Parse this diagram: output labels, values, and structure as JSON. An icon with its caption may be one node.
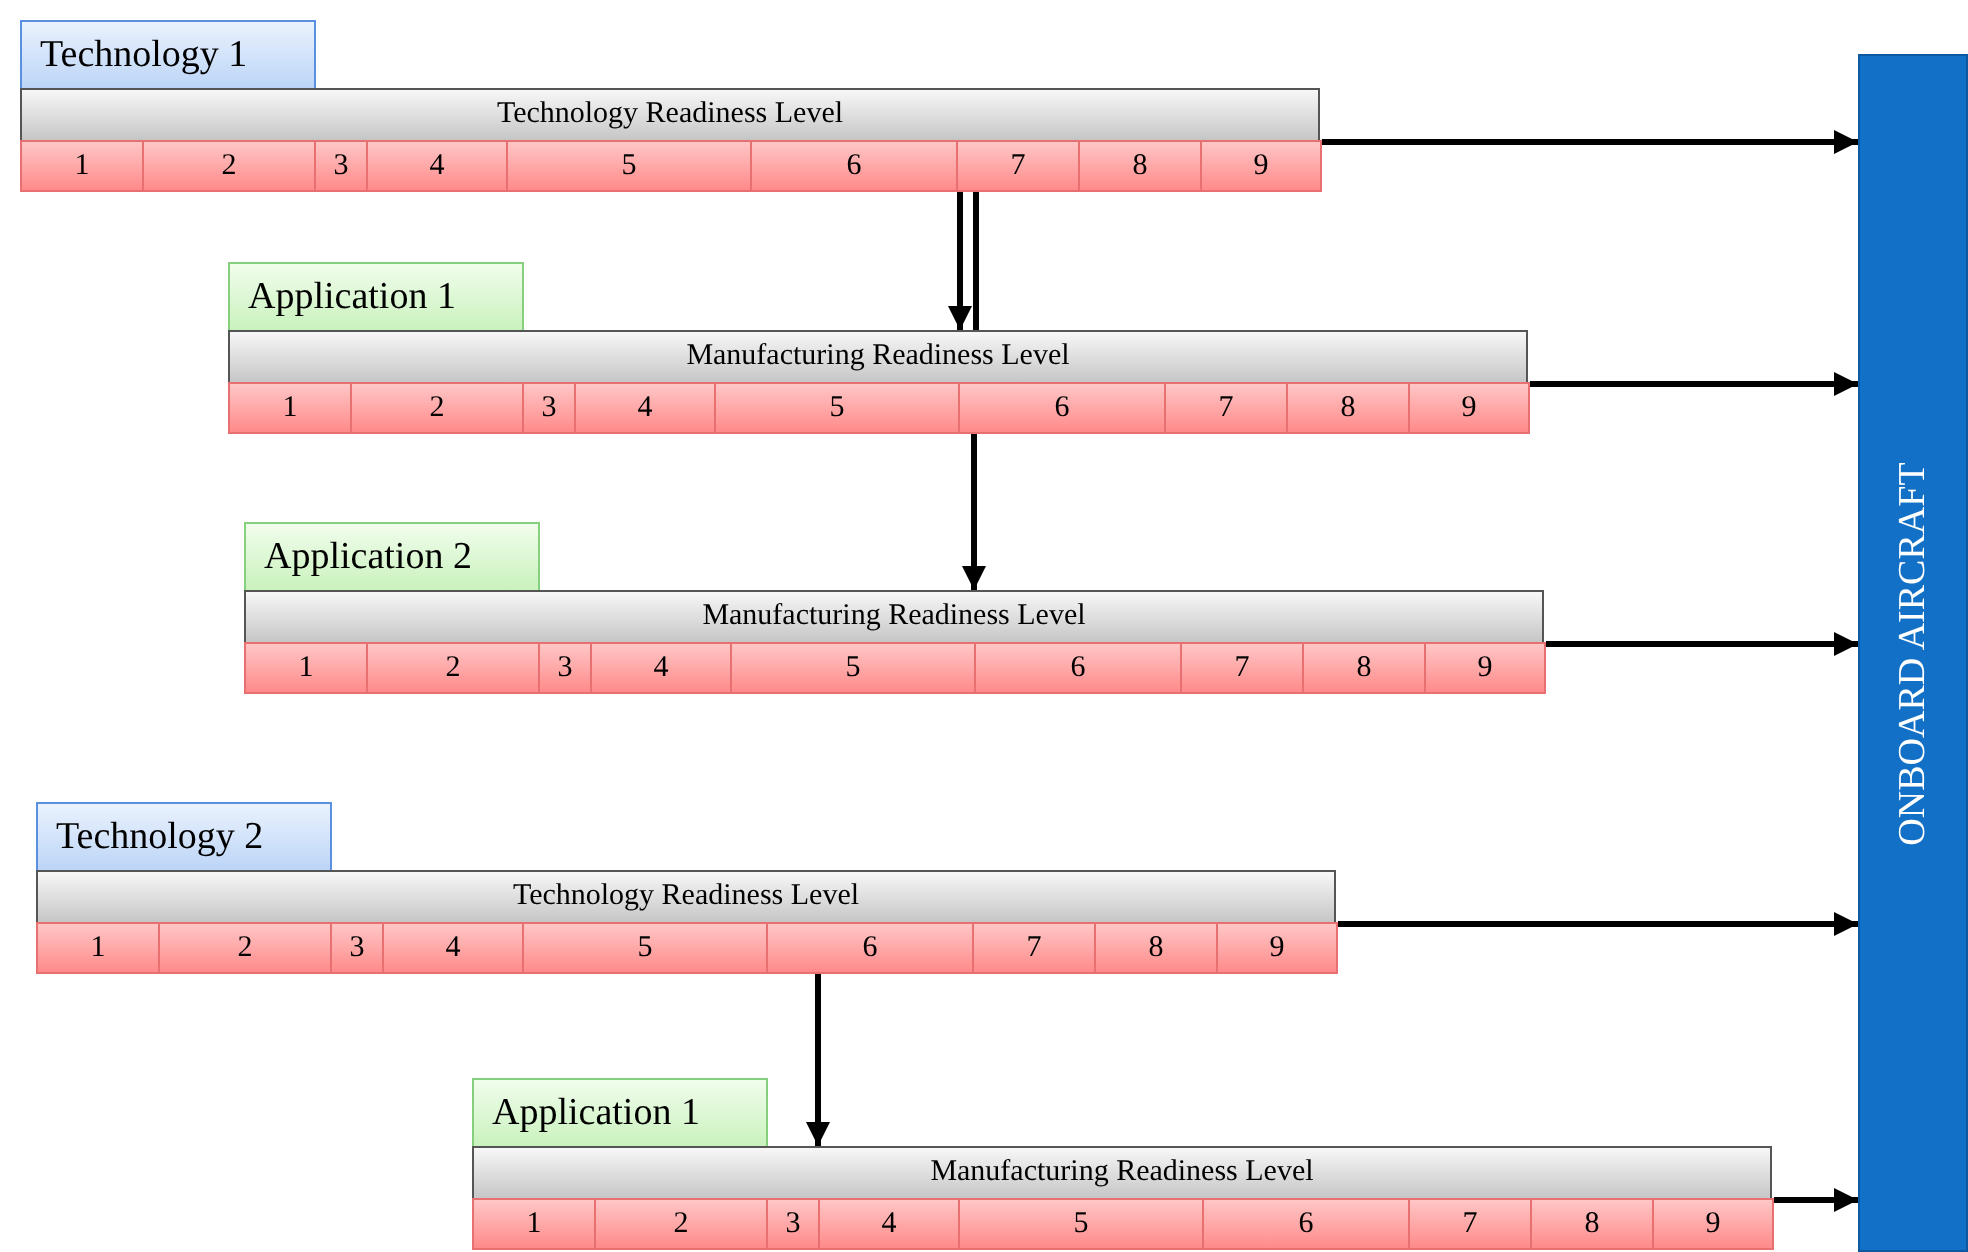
{
  "diagram": {
    "nodes": [
      {
        "text": [
          "Technology 1"
        ]
      },
      {
        "text": [
          "Technology Readiness Level"
        ]
      },
      {
        "text": [
          "1"
        ]
      },
      {
        "text": [
          "2"
        ]
      },
      {
        "text": [
          "3"
        ]
      },
      {
        "text": [
          "4"
        ]
      },
      {
        "text": [
          "5"
        ]
      },
      {
        "text": [
          "6"
        ]
      },
      {
        "text": [
          "7"
        ]
      },
      {
        "text": [
          "8"
        ]
      },
      {
        "text": [
          "9"
        ]
      },
      {
        "text": [
          "Application 1"
        ]
      },
      {
        "text": [
          "Manufacturing Readiness Level"
        ]
      },
      {
        "text": [
          "1"
        ]
      },
      {
        "text": [
          "2"
        ]
      },
      {
        "text": [
          "3"
        ]
      },
      {
        "text": [
          "4"
        ]
      },
      {
        "text": [
          "5"
        ]
      },
      {
        "text": [
          "6"
        ]
      },
      {
        "text": [
          "7"
        ]
      },
      {
        "text": [
          "8"
        ]
      },
      {
        "text": [
          "9"
        ]
      },
      {
        "text": [
          "Application 2"
        ]
      },
      {
        "text": [
          "Manufacturing Readiness Level"
        ]
      },
      {
        "text": [
          "1"
        ]
      },
      {
        "text": [
          "2"
        ]
      },
      {
        "text": [
          "3"
        ]
      },
      {
        "text": [
          "4"
        ]
      },
      {
        "text": [
          "5"
        ]
      },
      {
        "text": [
          "6"
        ]
      },
      {
        "text": [
          "7"
        ]
      },
      {
        "text": [
          "8"
        ]
      },
      {
        "text": [
          "9"
        ]
      },
      {
        "text": [
          "Technology 2"
        ]
      },
      {
        "text": [
          "Technology Readiness Level"
        ]
      },
      {
        "text": [
          "1"
        ]
      },
      {
        "text": [
          "2"
        ]
      },
      {
        "text": [
          "3"
        ]
      },
      {
        "text": [
          "4"
        ]
      },
      {
        "text": [
          "5"
        ]
      },
      {
        "text": [
          "6"
        ]
      },
      {
        "text": [
          "7"
        ]
      },
      {
        "text": [
          "8"
        ]
      },
      {
        "text": [
          "9"
        ]
      },
      {
        "text": [
          "Application 1"
        ]
      },
      {
        "text": [
          "Manufacturing Readiness Level"
        ]
      },
      {
        "text": [
          "1"
        ]
      },
      {
        "text": [
          "2"
        ]
      },
      {
        "text": [
          "3"
        ]
      },
      {
        "text": [
          "4"
        ]
      },
      {
        "text": [
          "5"
        ]
      },
      {
        "text": [
          "6"
        ]
      },
      {
        "text": [
          "7"
        ]
      },
      {
        "text": [
          "8"
        ]
      },
      {
        "text": [
          "9"
        ]
      },
      {
        "text": [
          "ONBOARD AIRCRAFT"
        ]
      }
    ],
    "edges": [
      {
        "from": 10,
        "to": 55,
        "arrow": "to"
      },
      {
        "from": 8,
        "to": 12,
        "arrow": "to"
      },
      {
        "from": 8,
        "to": 12,
        "arrow": "none"
      },
      {
        "from": 21,
        "to": 55,
        "arrow": "to"
      },
      {
        "from": 18,
        "to": 23,
        "arrow": "to"
      },
      {
        "from": 32,
        "to": 55,
        "arrow": "to"
      },
      {
        "from": 43,
        "to": 55,
        "arrow": "to"
      },
      {
        "from": 40,
        "to": 45,
        "arrow": "to"
      },
      {
        "from": 54,
        "to": 55,
        "arrow": "to"
      }
    ]
  }
}
